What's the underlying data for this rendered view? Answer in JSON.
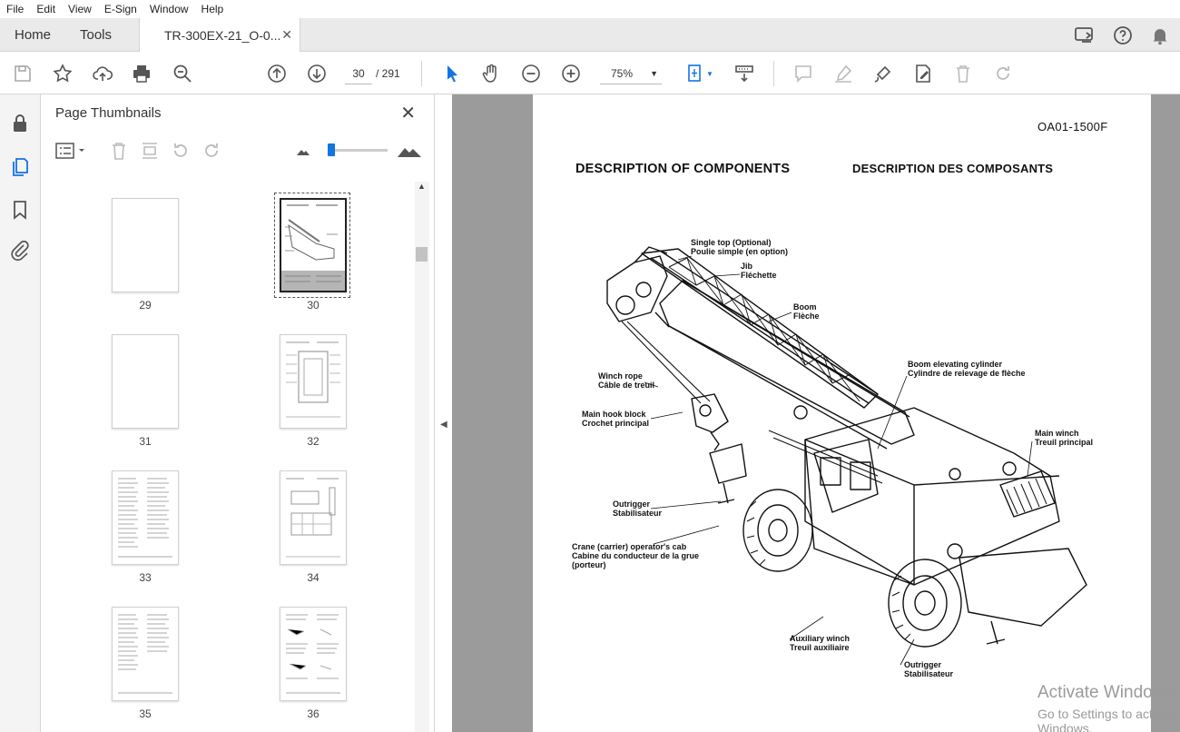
{
  "menu": [
    "File",
    "Edit",
    "View",
    "E-Sign",
    "Window",
    "Help"
  ],
  "tabs": {
    "home": "Home",
    "tools": "Tools",
    "document": "TR-300EX-21_O-0..."
  },
  "toolbar": {
    "current_page": "30",
    "page_total": "/  291",
    "zoom": "75%"
  },
  "panel": {
    "title": "Page Thumbnails",
    "thumbnails": [
      {
        "label": "29"
      },
      {
        "label": "30"
      },
      {
        "label": "31"
      },
      {
        "label": "32"
      },
      {
        "label": "33"
      },
      {
        "label": "34"
      },
      {
        "label": "35"
      },
      {
        "label": "36"
      }
    ]
  },
  "document": {
    "code": "OA01-1500F",
    "heading_en": "DESCRIPTION OF COMPONENTS",
    "heading_fr": "DESCRIPTION DES COMPOSANTS",
    "labels": [
      {
        "en": "Single top (Optional)",
        "fr": "Poulie simple (en option)"
      },
      {
        "en": "Jib",
        "fr": "Fléchette"
      },
      {
        "en": "Boom",
        "fr": "Flèche"
      },
      {
        "en": "Boom elevating cylinder",
        "fr": "Cylindre de relevage de flèche"
      },
      {
        "en": "Winch rope",
        "fr": "Câble de treuil"
      },
      {
        "en": "Main hook block",
        "fr": "Crochet principal"
      },
      {
        "en": "Main winch",
        "fr": "Treuil principal"
      },
      {
        "en": "Outrigger",
        "fr": "Stabilisateur"
      },
      {
        "en": "Crane (carrier) operator's cab",
        "fr": "Cabine du conducteur de la grue",
        "fr2": "(porteur)"
      },
      {
        "en": "Auxiliary winch",
        "fr": "Treuil auxiliaire"
      },
      {
        "en": "Outrigger",
        "fr": "Stabilisateur"
      }
    ]
  },
  "watermark": {
    "line1": "Activate Windows",
    "line2": "Go to Settings to activate Windows."
  },
  "colors": {
    "accent": "#1473e6",
    "doc_background": "#9b9b9b"
  }
}
